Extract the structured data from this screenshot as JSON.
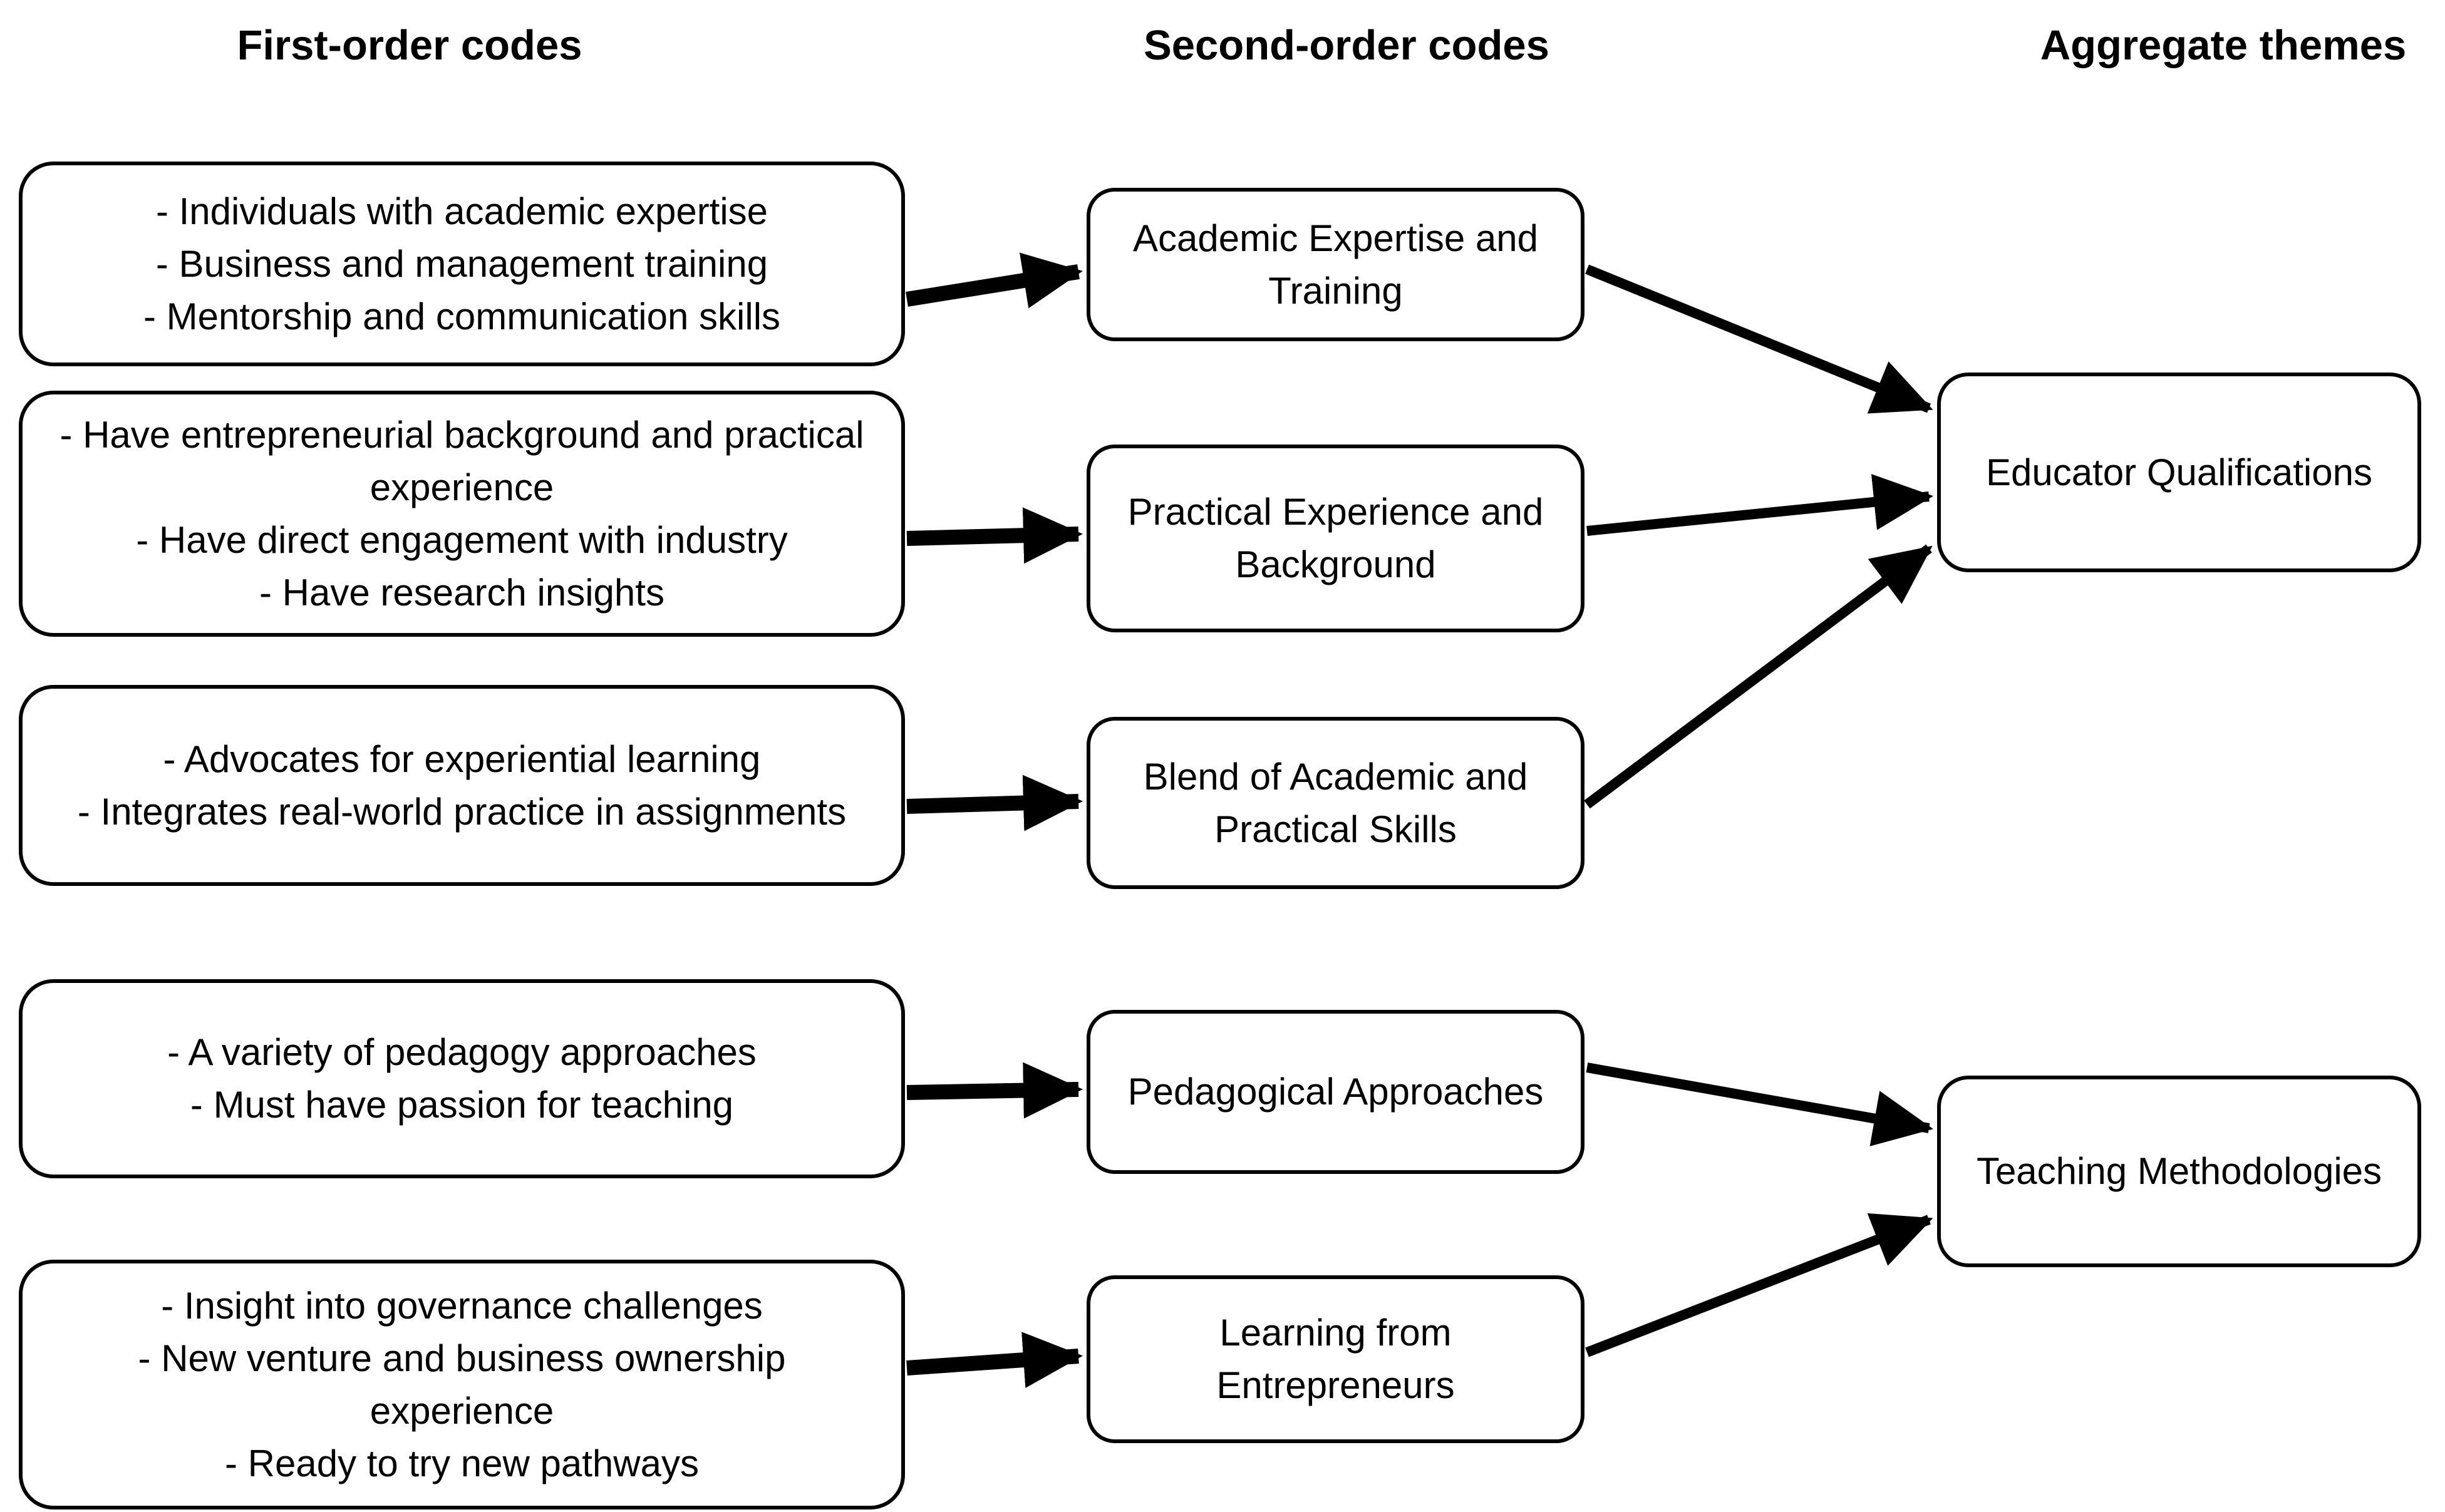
{
  "colors": {
    "background": "#ffffff",
    "stroke": "#000000",
    "text": "#000000"
  },
  "headers": [
    {
      "id": "first-order",
      "label": "First-order codes"
    },
    {
      "id": "second-order",
      "label": "Second-order codes"
    },
    {
      "id": "aggregate",
      "label": "Aggregate themes"
    }
  ],
  "first_order_boxes": [
    {
      "id": "first-1",
      "lines": [
        "- Individuals with academic expertise",
        "- Business and management training",
        "- Mentorship and communication skills"
      ]
    },
    {
      "id": "first-2",
      "lines": [
        "- Have entrepreneurial background and practical",
        "experience",
        "- Have direct engagement with industry",
        "- Have research insights"
      ]
    },
    {
      "id": "first-3",
      "lines": [
        "- Advocates for experiential learning",
        "- Integrates real-world practice in assignments"
      ]
    },
    {
      "id": "first-4",
      "lines": [
        "- A variety of pedagogy approaches",
        "- Must have passion for teaching"
      ]
    },
    {
      "id": "first-5",
      "lines": [
        "- Insight into governance challenges",
        "- New venture and business ownership",
        "experience",
        "- Ready to try new pathways"
      ]
    }
  ],
  "second_order_boxes": [
    {
      "id": "second-1",
      "lines": [
        "Academic Expertise and",
        "Training"
      ]
    },
    {
      "id": "second-2",
      "lines": [
        "Practical Experience and",
        "Background"
      ]
    },
    {
      "id": "second-3",
      "lines": [
        "Blend of Academic and",
        "Practical Skills"
      ]
    },
    {
      "id": "second-4",
      "lines": [
        "Pedagogical Approaches"
      ]
    },
    {
      "id": "second-5",
      "lines": [
        "Learning from",
        "Entrepreneurs"
      ]
    }
  ],
  "aggregate_boxes": [
    {
      "id": "aggregate-1",
      "lines": [
        "Educator Qualifications"
      ]
    },
    {
      "id": "aggregate-2",
      "lines": [
        "Teaching Methodologies"
      ]
    }
  ],
  "connections": [
    {
      "from": "first-1",
      "to": "second-1"
    },
    {
      "from": "first-2",
      "to": "second-2"
    },
    {
      "from": "first-3",
      "to": "second-3"
    },
    {
      "from": "first-4",
      "to": "second-4"
    },
    {
      "from": "first-5",
      "to": "second-5"
    },
    {
      "from": "second-1",
      "to": "aggregate-1"
    },
    {
      "from": "second-2",
      "to": "aggregate-1"
    },
    {
      "from": "second-3",
      "to": "aggregate-1"
    },
    {
      "from": "second-4",
      "to": "aggregate-2"
    },
    {
      "from": "second-5",
      "to": "aggregate-2"
    }
  ]
}
